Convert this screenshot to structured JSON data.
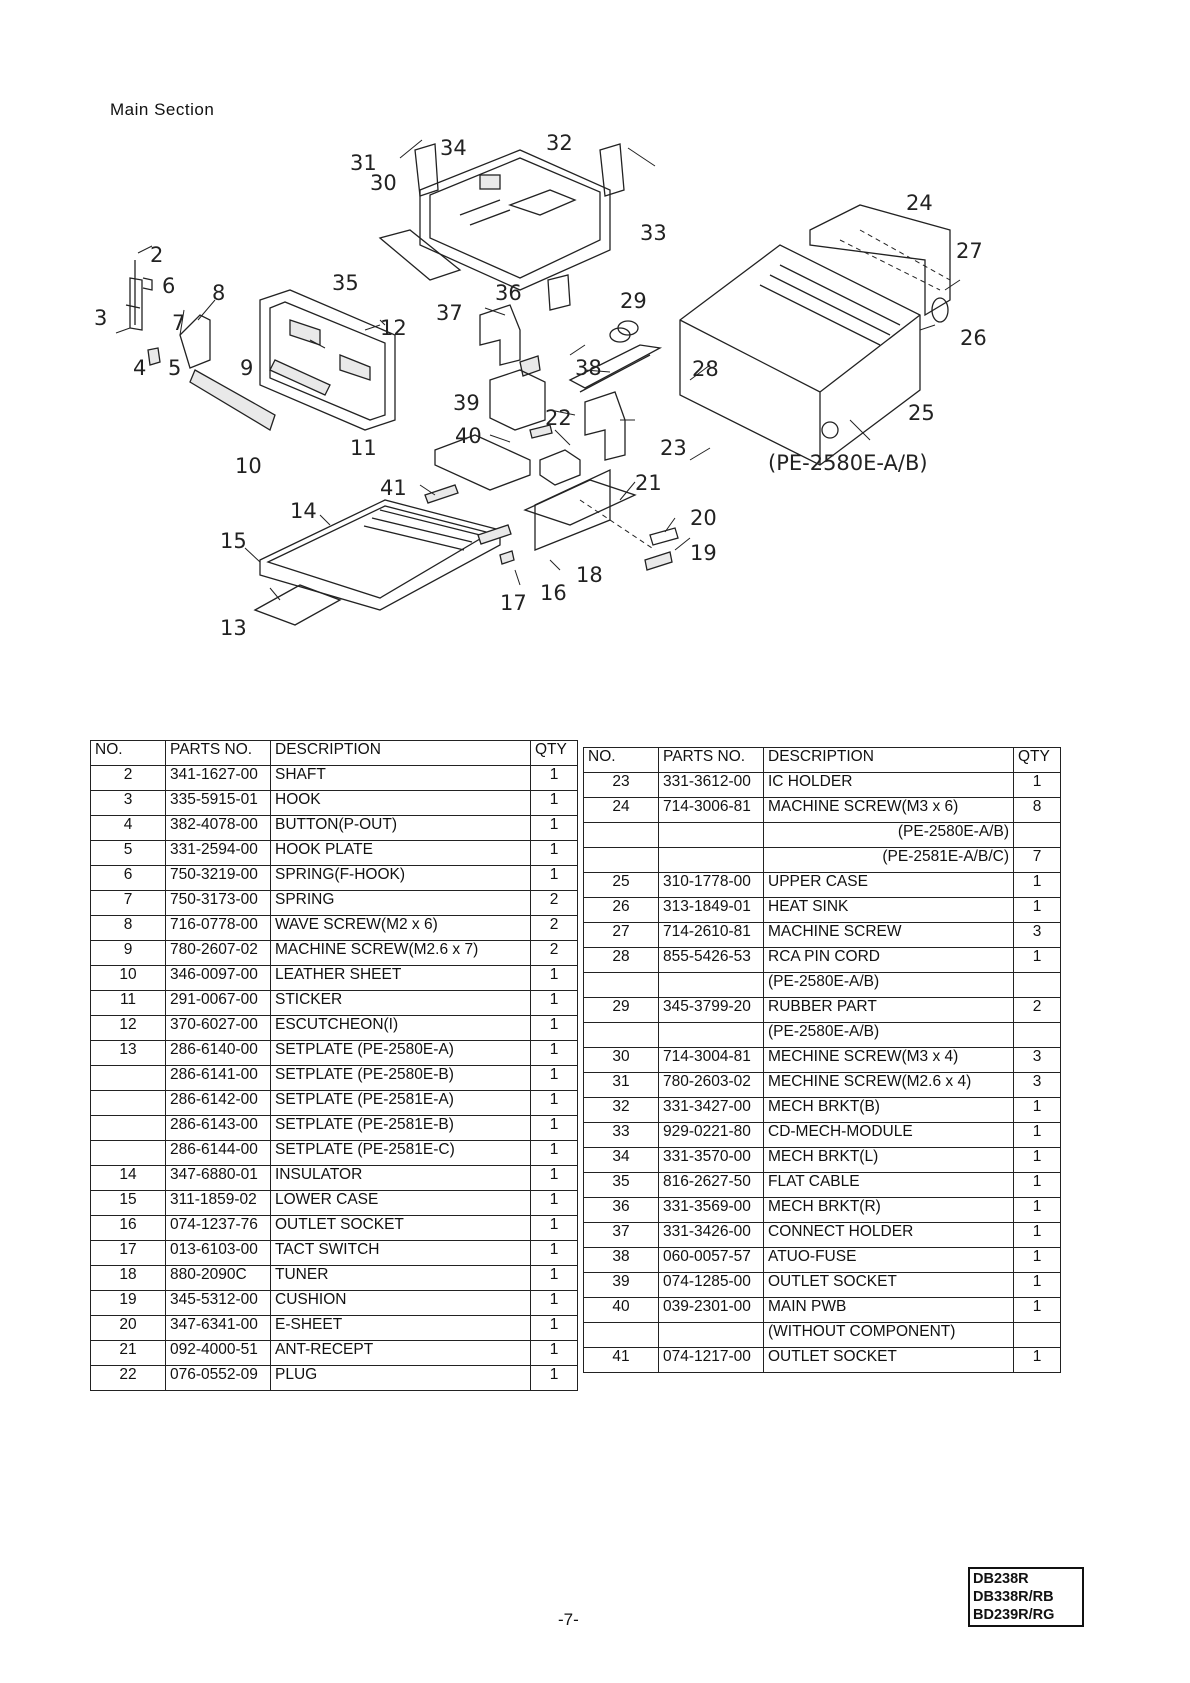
{
  "section_title": "Main Section",
  "diagram": {
    "callouts": [
      "2",
      "3",
      "4",
      "5",
      "6",
      "7",
      "8",
      "9",
      "10",
      "11",
      "12",
      "13",
      "14",
      "15",
      "16",
      "17",
      "18",
      "19",
      "20",
      "21",
      "22",
      "23",
      "24",
      "25",
      "26",
      "27",
      "28",
      "29",
      "30",
      "31",
      "32",
      "33",
      "34",
      "35",
      "36",
      "37",
      "38",
      "39",
      "40",
      "41"
    ],
    "model_note": "(PE-2580E-A/B)"
  },
  "tables": {
    "headers": {
      "no": "NO.",
      "parts_no": "PARTS NO.",
      "description": "DESCRIPTION",
      "qty": "QTY"
    },
    "left_rows": [
      {
        "no": "2",
        "parts_no": "341-1627-00",
        "description": "SHAFT",
        "qty": "1"
      },
      {
        "no": "3",
        "parts_no": "335-5915-01",
        "description": "HOOK",
        "qty": "1"
      },
      {
        "no": "4",
        "parts_no": "382-4078-00",
        "description": "BUTTON(P-OUT)",
        "qty": "1"
      },
      {
        "no": "5",
        "parts_no": "331-2594-00",
        "description": "HOOK PLATE",
        "qty": "1"
      },
      {
        "no": "6",
        "parts_no": "750-3219-00",
        "description": "SPRING(F-HOOK)",
        "qty": "1"
      },
      {
        "no": "7",
        "parts_no": "750-3173-00",
        "description": "SPRING",
        "qty": "2"
      },
      {
        "no": "8",
        "parts_no": "716-0778-00",
        "description": "WAVE SCREW(M2 x 6)",
        "qty": "2"
      },
      {
        "no": "9",
        "parts_no": "780-2607-02",
        "description": "MACHINE SCREW(M2.6 x 7)",
        "qty": "2"
      },
      {
        "no": "10",
        "parts_no": "346-0097-00",
        "description": "LEATHER SHEET",
        "qty": "1"
      },
      {
        "no": "11",
        "parts_no": "291-0067-00",
        "description": "STICKER",
        "qty": "1"
      },
      {
        "no": "12",
        "parts_no": "370-6027-00",
        "description": "ESCUTCHEON(I)",
        "qty": "1"
      },
      {
        "no": "13",
        "parts_no": "286-6140-00",
        "description": "SETPLATE (PE-2580E-A)",
        "qty": "1"
      },
      {
        "no": "",
        "parts_no": "286-6141-00",
        "description": "SETPLATE (PE-2580E-B)",
        "qty": "1"
      },
      {
        "no": "",
        "parts_no": "286-6142-00",
        "description": "SETPLATE (PE-2581E-A)",
        "qty": "1"
      },
      {
        "no": "",
        "parts_no": "286-6143-00",
        "description": "SETPLATE (PE-2581E-B)",
        "qty": "1"
      },
      {
        "no": "",
        "parts_no": "286-6144-00",
        "description": "SETPLATE (PE-2581E-C)",
        "qty": "1"
      },
      {
        "no": "14",
        "parts_no": "347-6880-01",
        "description": "INSULATOR",
        "qty": "1"
      },
      {
        "no": "15",
        "parts_no": "311-1859-02",
        "description": "LOWER CASE",
        "qty": "1"
      },
      {
        "no": "16",
        "parts_no": "074-1237-76",
        "description": "OUTLET SOCKET",
        "qty": "1"
      },
      {
        "no": "17",
        "parts_no": "013-6103-00",
        "description": "TACT SWITCH",
        "qty": "1"
      },
      {
        "no": "18",
        "parts_no": "880-2090C",
        "description": "TUNER",
        "qty": "1"
      },
      {
        "no": "19",
        "parts_no": "345-5312-00",
        "description": "CUSHION",
        "qty": "1"
      },
      {
        "no": "20",
        "parts_no": "347-6341-00",
        "description": "E-SHEET",
        "qty": "1"
      },
      {
        "no": "21",
        "parts_no": "092-4000-51",
        "description": "ANT-RECEPT",
        "qty": "1"
      },
      {
        "no": "22",
        "parts_no": "076-0552-09",
        "description": "PLUG",
        "qty": "1"
      }
    ],
    "right_rows": [
      {
        "no": "23",
        "parts_no": "331-3612-00",
        "description": "IC HOLDER",
        "qty": "1"
      },
      {
        "no": "24",
        "parts_no": "714-3006-81",
        "description": "MACHINE SCREW(M3 x 6)",
        "qty": "8"
      },
      {
        "no": "",
        "parts_no": "",
        "description": "(PE-2580E-A/B)",
        "qty": "",
        "align": "right"
      },
      {
        "no": "",
        "parts_no": "",
        "description": "(PE-2581E-A/B/C)",
        "qty": "7",
        "align": "right"
      },
      {
        "no": "25",
        "parts_no": "310-1778-00",
        "description": "UPPER CASE",
        "qty": "1"
      },
      {
        "no": "26",
        "parts_no": "313-1849-01",
        "description": "HEAT SINK",
        "qty": "1"
      },
      {
        "no": "27",
        "parts_no": "714-2610-81",
        "description": "MACHINE SCREW",
        "qty": "3"
      },
      {
        "no": "28",
        "parts_no": "855-5426-53",
        "description": "RCA PIN CORD",
        "qty": "1"
      },
      {
        "no": "",
        "parts_no": "",
        "description": "(PE-2580E-A/B)",
        "qty": ""
      },
      {
        "no": "29",
        "parts_no": "345-3799-20",
        "description": "RUBBER PART",
        "qty": "2"
      },
      {
        "no": "",
        "parts_no": "",
        "description": "(PE-2580E-A/B)",
        "qty": ""
      },
      {
        "no": "30",
        "parts_no": "714-3004-81",
        "description": "MECHINE SCREW(M3 x 4)",
        "qty": "3"
      },
      {
        "no": "31",
        "parts_no": "780-2603-02",
        "description": "MECHINE SCREW(M2.6 x 4)",
        "qty": "3"
      },
      {
        "no": "32",
        "parts_no": "331-3427-00",
        "description": "MECH BRKT(B)",
        "qty": "1"
      },
      {
        "no": "33",
        "parts_no": "929-0221-80",
        "description": "CD-MECH-MODULE",
        "qty": "1"
      },
      {
        "no": "34",
        "parts_no": "331-3570-00",
        "description": "MECH BRKT(L)",
        "qty": "1"
      },
      {
        "no": "35",
        "parts_no": "816-2627-50",
        "description": "FLAT CABLE",
        "qty": "1"
      },
      {
        "no": "36",
        "parts_no": "331-3569-00",
        "description": "MECH BRKT(R)",
        "qty": "1"
      },
      {
        "no": "37",
        "parts_no": "331-3426-00",
        "description": "CONNECT HOLDER",
        "qty": "1"
      },
      {
        "no": "38",
        "parts_no": "060-0057-57",
        "description": "ATUO-FUSE",
        "qty": "1"
      },
      {
        "no": "39",
        "parts_no": "074-1285-00",
        "description": "OUTLET SOCKET",
        "qty": "1"
      },
      {
        "no": "40",
        "parts_no": "039-2301-00",
        "description": "MAIN PWB",
        "qty": "1"
      },
      {
        "no": "",
        "parts_no": "",
        "description": "(WITHOUT COMPONENT)",
        "qty": ""
      },
      {
        "no": "41",
        "parts_no": "074-1217-00",
        "description": "OUTLET SOCKET",
        "qty": "1"
      }
    ]
  },
  "page_number": "-7-",
  "model_box": [
    "DB238R",
    "DB338R/RB",
    "BD239R/RG"
  ]
}
